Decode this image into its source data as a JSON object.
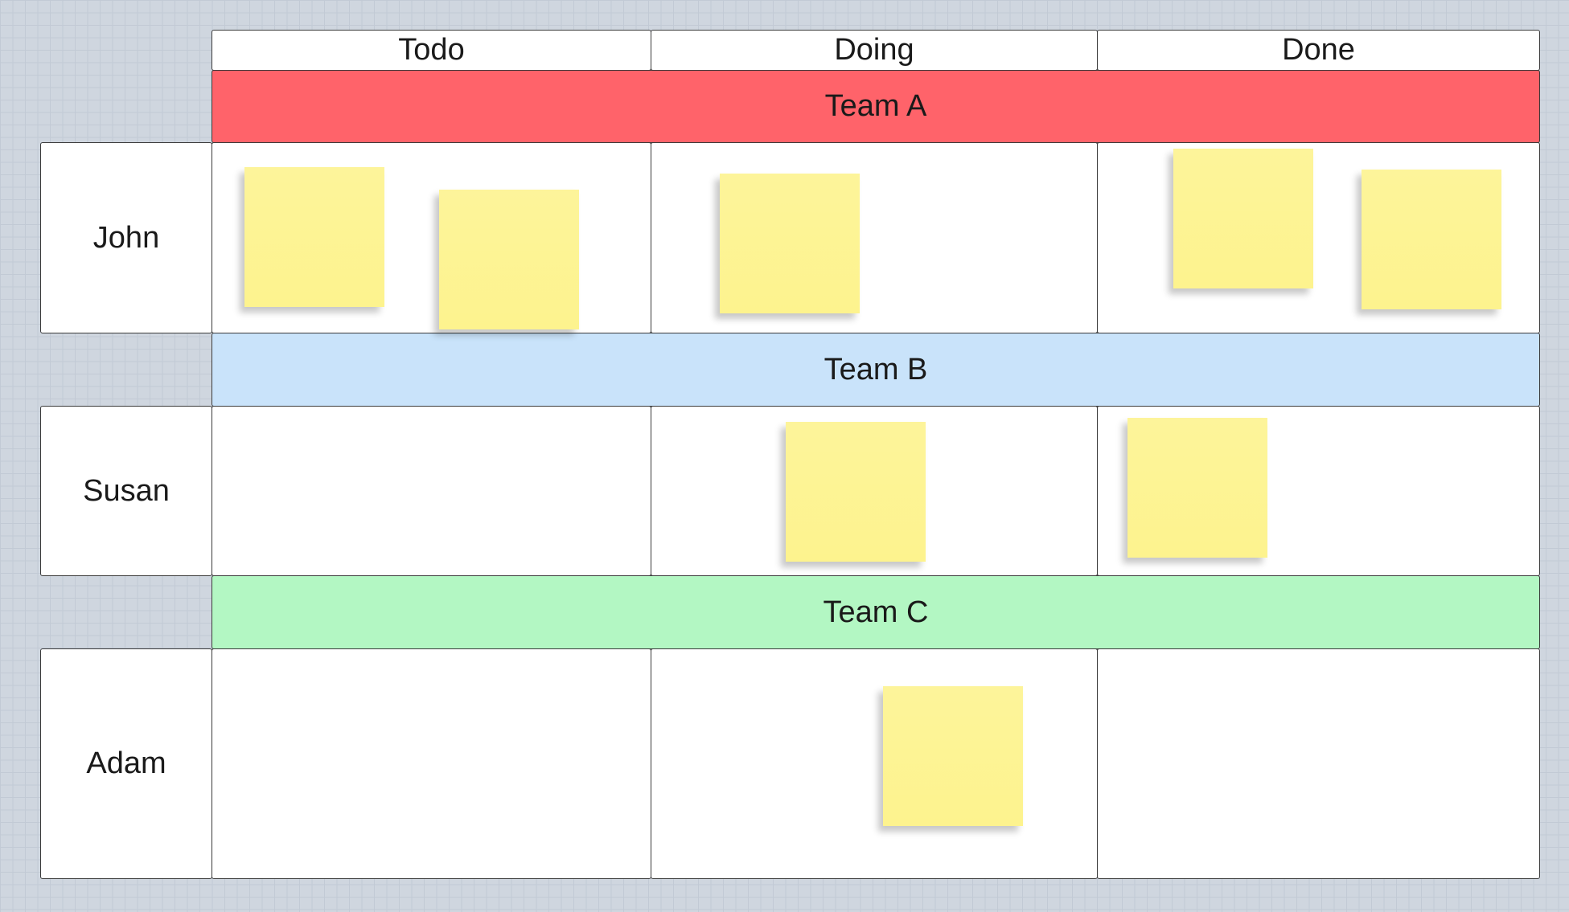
{
  "columns": [
    "Todo",
    "Doing",
    "Done"
  ],
  "teams": [
    {
      "name": "Team A",
      "color": "#ff636a"
    },
    {
      "name": "Team B",
      "color": "#c9e3fa"
    },
    {
      "name": "Team C",
      "color": "#b3f7c3"
    }
  ],
  "members": [
    "John",
    "Susan",
    "Adam"
  ],
  "sticky_color": "#fdf496",
  "sticky_counts": {
    "John": {
      "Todo": 2,
      "Doing": 1,
      "Done": 2
    },
    "Susan": {
      "Todo": 0,
      "Doing": 1,
      "Done": 1
    },
    "Adam": {
      "Todo": 0,
      "Doing": 1,
      "Done": 0
    }
  }
}
